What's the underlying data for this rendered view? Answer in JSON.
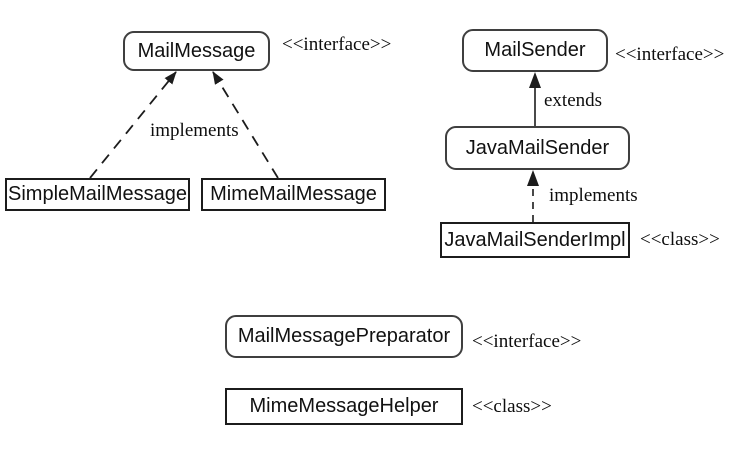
{
  "diagram": {
    "type": "uml-class-diagram",
    "background_color": "#ffffff",
    "line_color": "#222222",
    "text_color": "#111111",
    "nodes": [
      {
        "label": "MailMessage",
        "shape": "rounded",
        "stereotype": "<<interface>>"
      },
      {
        "label": "MailSender",
        "shape": "rounded",
        "stereotype": "<<interface>>"
      },
      {
        "label": "JavaMailSender",
        "shape": "rounded",
        "stereotype": ""
      },
      {
        "label": "JavaMailSenderImpl",
        "shape": "rect",
        "stereotype": "<<class>>"
      },
      {
        "label": "SimpleMailMessage",
        "shape": "rect",
        "stereotype": ""
      },
      {
        "label": "MimeMailMessage",
        "shape": "rect",
        "stereotype": ""
      },
      {
        "label": "MailMessagePreparator",
        "shape": "rounded",
        "stereotype": "<<interface>>"
      },
      {
        "label": "MimeMessageHelper",
        "shape": "rect",
        "stereotype": "<<class>>"
      }
    ],
    "edges": [
      {
        "from": "SimpleMailMessage",
        "to": "MailMessage",
        "style": "dashed",
        "label": "implements"
      },
      {
        "from": "MimeMailMessage",
        "to": "MailMessage",
        "style": "dashed",
        "label": "implements"
      },
      {
        "from": "JavaMailSender",
        "to": "MailSender",
        "style": "solid",
        "label": "extends"
      },
      {
        "from": "JavaMailSenderImpl",
        "to": "JavaMailSender",
        "style": "dashed",
        "label": "implements"
      }
    ]
  }
}
